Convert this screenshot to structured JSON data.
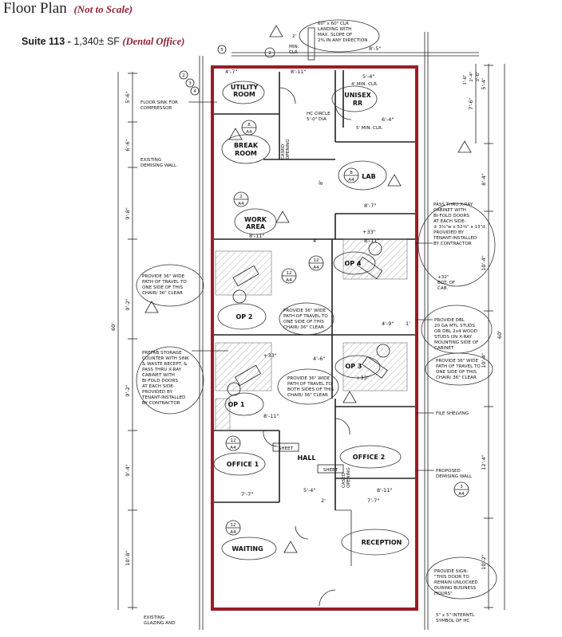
{
  "header": {
    "title": "Floor Plan",
    "title_note": "(Not to Scale)",
    "suite_label": "Suite 113 -",
    "suite_area": "1,340± SF",
    "suite_use": "(Dental Office)"
  },
  "colors": {
    "boundary": "#9b1b2a",
    "accent_text": "#8b2332"
  },
  "rooms": {
    "utility": "UTILITY",
    "utility2": "ROOM",
    "unisex": "UNISEX",
    "rr": "RR",
    "break": "BREAK",
    "break2": "ROOM",
    "lab": "LAB",
    "work": "WORK",
    "work2": "AREA",
    "op4": "OP 4",
    "op2": "OP 2",
    "op3": "OP 3",
    "op1": "OP 1",
    "hall": "HALL",
    "office1": "OFFICE 1",
    "office2": "OFFICE 2",
    "reception": "RECEPTION",
    "waiting": "WAITING"
  },
  "notes": {
    "landing1": "60\" x 60\" CLR",
    "landing2": "LANDING WITH",
    "landing3": "MAX. SLOPE OF",
    "landing4": "2% IN ANY DIRECTION",
    "floor_sink1": "FLOOR SINK FOR",
    "floor_sink2": "COMPRESSOR",
    "demising1": "EXISTING",
    "demising2": "DEMISING WALL",
    "hc_circle1": "HC CIRCLE",
    "hc_circle2": "5'-0\" DIA",
    "min_clr_4": "4' MIN. CLR.",
    "min_clr_5": "5' MIN. CLR.",
    "min_clr_2": "2'",
    "min_clr_2b": "MIN.",
    "min_clr_2c": "CLR",
    "cased": "CASED",
    "opening": "OPENING",
    "pass_thru1": "PASS THRU X-RAY",
    "pass_thru2": "CABINET WITH",
    "pass_thru3": "BI-FOLD DOORS",
    "pass_thru4": "AT EACH SIDE-",
    "pass_thru5": "± 3¾\"w x 52⅜\" x 13\"d",
    "pass_thru6": "PROVIDED BY",
    "pass_thru7": "TENANT-INSTALLED",
    "pass_thru8": "BY CONTRACTOR",
    "bot_cab1": "+32\"",
    "bot_cab2": "BOT. OF",
    "bot_cab3": "CAB.",
    "path_left1": "PROVIDE 36\" WIDE",
    "path_left2": "PATH OF TRAVEL TO",
    "path_left3": "ONE SIDE OF THIS",
    "path_left4": "CHAIR/ 36\" CLEAR",
    "path_mid1": "PROVIDE 36\" WIDE",
    "path_mid2": "PATH OF TRAVEL TO",
    "path_mid3": "ONE SIDE OF THIS",
    "path_mid4": "CHAIR/ 36\" CLEAR",
    "dbl_studs1": "PROVIDE DBL",
    "dbl_studs2": "20 GA MTL STUDS",
    "dbl_studs3": "OR DBL 2x4 WOOD",
    "dbl_studs4": "STUDS ON X-RAY",
    "dbl_studs5": "MOUNTING SIDE OF",
    "dbl_studs6": "CABINET",
    "path_right1": "PROVIDE 36\" WIDE",
    "path_right2": "PATH OF TRAVEL TO",
    "path_right3": "ONE SIDE OF THIS",
    "path_right4": "CHAIR/ 36\" CLEAR",
    "prefab1": "PREFAB STORAGE",
    "prefab2": "COUNTER WITH SINK",
    "prefab3": "& WASTE RECEPT. &",
    "prefab4": "PASS THRU X-RAY",
    "prefab5": "CABINET WITH",
    "prefab6": "BI-FOLD DOORS",
    "prefab7": "AT EACH SIDE-",
    "prefab8": "PROVIDED BY",
    "prefab9": "TENANT-INSTALLED",
    "prefab10": "BY CONTRACTOR",
    "both_sides1": "PROVIDE 36\" WIDE",
    "both_sides2": "PATH OF TRAVEL TO",
    "both_sides3": "BOTH SIDES OF THIS",
    "both_sides4": "CHAIR/ 36\" CLEAR",
    "file_shelving": "FILE SHELVING",
    "proposed1": "PROPOSED",
    "proposed2": "DEMISING WALL",
    "sign1": "PROVIDE SIGN:",
    "sign2": "\"THIS DOOR TO",
    "sign3": "REMAIN UNLOCKED",
    "sign4": "DURING BUSINESS",
    "sign5": "HOURS\"",
    "glazing1": "EXISTING",
    "glazing2": "GLAZING AND",
    "intl1": "5\" x 5\" INTERNTL",
    "intl2": "SYMBOL OF HC"
  },
  "dimensions": {
    "d_8_5": "8'-5\"",
    "d_4_7": "4'-7\"",
    "d_8_11_top": "8'-11\"",
    "d_5_4": "5'-4\"",
    "d_6_4": "6'-4\"",
    "d_8_7": "8'-7\"",
    "d_8_11_a": "8'-11\"",
    "d_4": "4'",
    "d_8_11_b": "8'-11\"",
    "d_33a": "+33\"",
    "d_33b": "+33\"",
    "d_33c": "+33\"",
    "d_4_6": "4'-6\"",
    "d_4_9": "4'-9\"",
    "d_1": "1'",
    "d_8_11_c": "8'-11\"",
    "d_8_11_d": "8'-11\"",
    "d_5_4b": "5'-4\"",
    "d_2": "2'",
    "d_7_7a": "7'-7\"",
    "d_7_7b": "7'-7\"",
    "d_8": "8'",
    "left_5_6": "5'-6\"",
    "left_6_6": "6'-6\"",
    "left_9_8": "9'-8\"",
    "left_9_2a": "9'-2\"",
    "left_9_2b": "9'-2\"",
    "left_9_4": "9'-4\"",
    "left_10_8": "10'-8\"",
    "left_total": "60'",
    "right_5_4": "5'-4\"",
    "right_7_6": "7'-6\"",
    "right_8_4": "8'-4\"",
    "right_10_4a": "10'-4\"",
    "right_10_4b": "10'-4\"",
    "right_12_4": "12'-4\"",
    "right_10_2": "10'-2\"",
    "right_total": "60'",
    "rr_1": "3'-6\"",
    "rr_2": "2'-4\"",
    "rr_3": "1'-6\""
  },
  "tags": {
    "t2": "2",
    "t3": "3",
    "t4": "4",
    "t5": "5",
    "t8a4": "8",
    "t8lab": "8",
    "t2a4": "2",
    "t12a4_1": "12",
    "t12a4_2": "12",
    "t12a4_3": "12",
    "t12a4_4": "12",
    "a4": "A4",
    "sheet1": "SHEET",
    "sheet2": "SHEET"
  }
}
